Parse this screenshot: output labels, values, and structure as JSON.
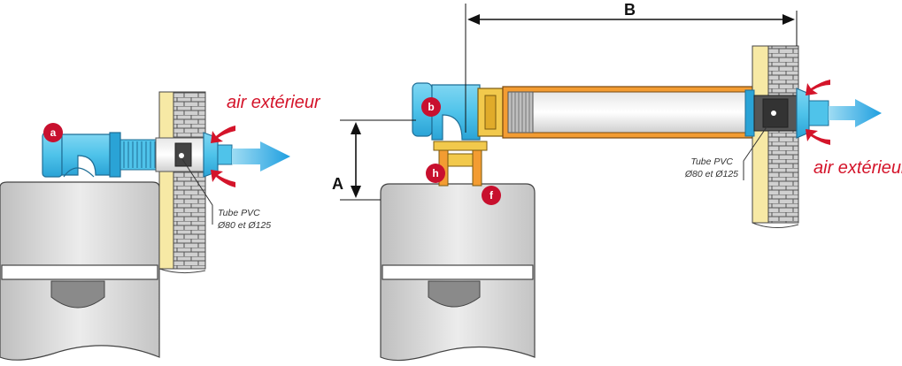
{
  "labels": {
    "air_exterieur_left": "air extérieur",
    "air_exterieur_right": "air extérieur",
    "tube_left_line1": "Tube PVC",
    "tube_left_line2": "Ø80 et Ø125",
    "tube_right_line1": "Tube PVC",
    "tube_right_line2": "Ø80 et Ø125",
    "dimension_a": "A",
    "dimension_b": "B"
  },
  "callouts": {
    "a": "a",
    "b": "b",
    "h": "h",
    "f": "f"
  },
  "colors": {
    "callout_red": "#c8102e",
    "air_text_red": "#d4142a",
    "pipe_blue": "#4fc3ea",
    "pipe_blue_dark": "#1f8fc7",
    "flow_arrow_blue": "#29a8e0",
    "wall_yellow": "#f7e9a5",
    "brick_gray": "#c9c9c9",
    "sleeve_orange": "#f39c32",
    "fitting_yellow": "#f2c94c",
    "boiler_gray": "#d9d9d9"
  }
}
